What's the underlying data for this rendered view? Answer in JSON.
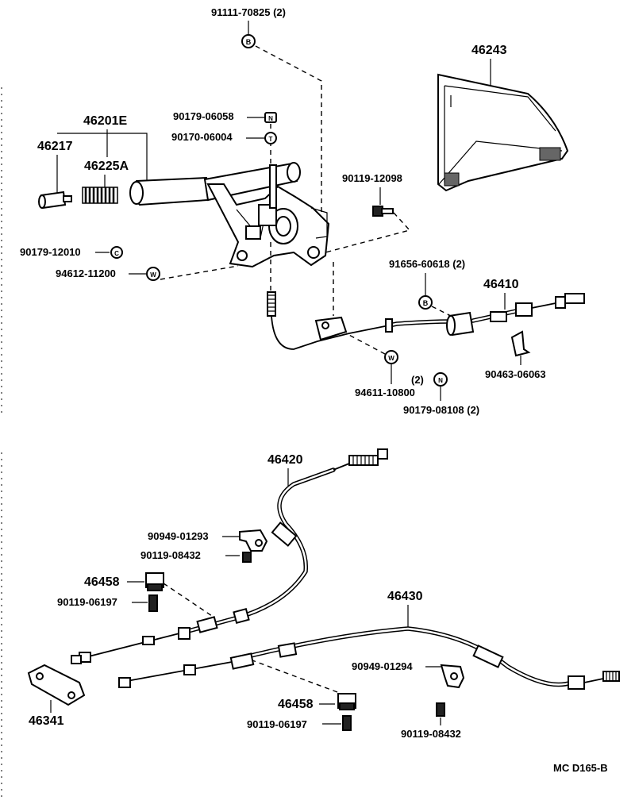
{
  "diagram": {
    "callouts": {
      "p91111_70825": "91111-70825 (2)",
      "p46243": "46243",
      "p46201E": "46201E",
      "p46217": "46217",
      "p46225A": "46225A",
      "p90179_06058": "90179-06058",
      "p90170_06004": "90170-06004",
      "p90119_12098": "90119-12098",
      "p90179_12010": "90179-12010",
      "p94612_11200": "94612-11200",
      "p91656_60618": "91656-60618 (2)",
      "p46410": "46410",
      "p94611_10800": "94611-10800",
      "p90179_08108_qty": "(2)",
      "p90179_08108": "90179-08108 (2)",
      "p90463_06063": "90463-06063",
      "p46420": "46420",
      "p90949_01293": "90949-01293",
      "p90119_08432_top": "90119-08432",
      "p46458_top": "46458",
      "p90119_06197_top": "90119-06197",
      "p46430": "46430",
      "p90949_01294": "90949-01294",
      "p46341": "46341",
      "p46458_bottom": "46458",
      "p90119_06197_bottom": "90119-06197",
      "p90119_08432_bottom": "90119-08432"
    },
    "symbols": {
      "bolt_b": "B",
      "washer_w": "W",
      "nut_n": "N",
      "clip_t": "T",
      "clip_c": "C"
    },
    "reference_code": "MC  D165-B"
  }
}
